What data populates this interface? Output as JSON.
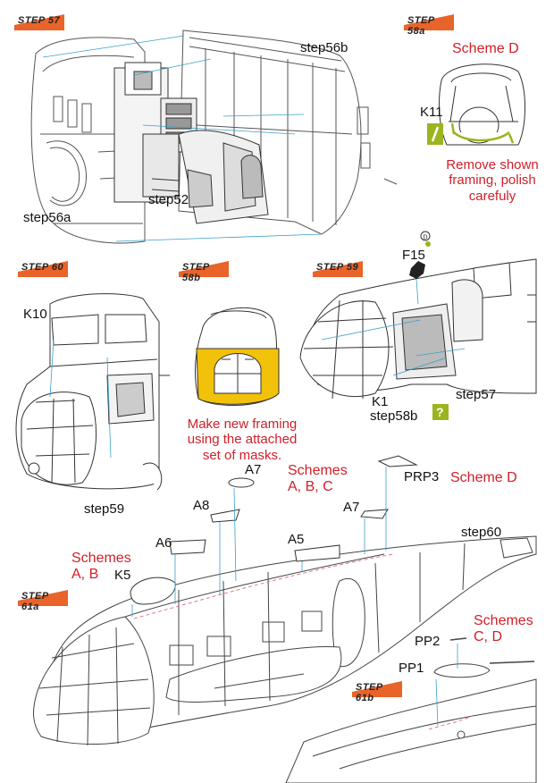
{
  "colors": {
    "line": "#555555",
    "leader": "#3aa0c8",
    "red": "#d0202a",
    "yellow": "#f2c10a",
    "green": "#9bb51e",
    "orange": "#e8642a",
    "dash": "#e07a8a"
  },
  "steps": {
    "s57": "STEP 57",
    "s58a": "STEP 58a",
    "s60": "STEP 60",
    "s58b": "STEP 58b",
    "s59": "STEP 59",
    "s61a": "STEP 61a",
    "s61b": "STEP 61b"
  },
  "labels": {
    "step56b": "step56b",
    "step56a": "step56a",
    "step52": "step52",
    "k11": "K11",
    "f15": "F15",
    "k10": "K10",
    "k1": "K1",
    "step58b": "step58b",
    "step57": "step57",
    "step59": "step59",
    "a7_top": "A7",
    "a8": "A8",
    "a6": "A6",
    "a5": "A5",
    "a7_right": "A7",
    "k5": "K5",
    "prp3": "PRP3",
    "step60": "step60",
    "pp2": "PP2",
    "pp1": "PP1"
  },
  "notes": {
    "scheme_d_title": "Scheme D",
    "remove_line1": "Remove shown",
    "remove_line2": "framing, polish",
    "remove_line3": "carefuly",
    "make_line1": "Make new framing",
    "make_line2": "using the attached",
    "make_line3": "set of masks.",
    "schemes_abc_line1": "Schemes",
    "schemes_abc_line2": "A, B, C",
    "scheme_d_prp": "Scheme D",
    "schemes_ab_line1": "Schemes",
    "schemes_ab_line2": "A, B",
    "schemes_cd_line1": "Schemes",
    "schemes_cd_line2": "C, D"
  },
  "icons": {
    "k11": "photo-etch-icon",
    "f15": "black-part-icon",
    "f15_marker": "d-option-marker-icon",
    "step58b": "question-option-icon"
  }
}
